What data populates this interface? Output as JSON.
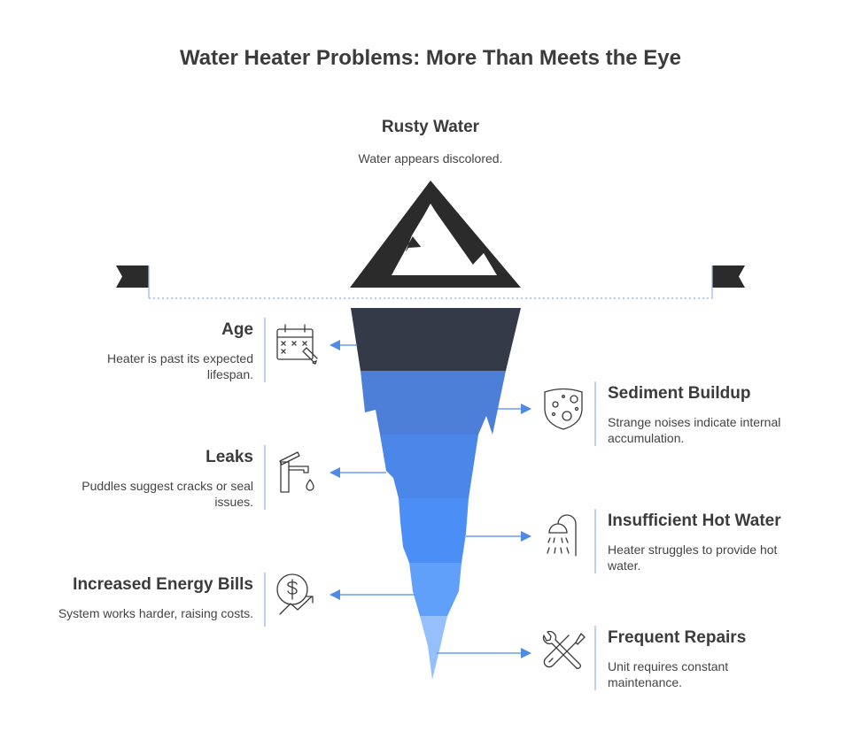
{
  "title": "Water Heater Problems: More Than Meets the Eye",
  "tip": {
    "heading": "Rusty Water",
    "description": "Water appears discolored."
  },
  "left_items": [
    {
      "heading": "Age",
      "description": "Heater is past its expected lifespan.",
      "icon": "calendar-icon"
    },
    {
      "heading": "Leaks",
      "description": "Puddles suggest cracks or seal issues.",
      "icon": "faucet-icon"
    },
    {
      "heading": "Increased Energy Bills",
      "description": "System works harder, raising costs.",
      "icon": "dollar-chart-icon"
    }
  ],
  "right_items": [
    {
      "heading": "Sediment Buildup",
      "description": "Strange noises indicate internal accumulation.",
      "icon": "sediment-icon"
    },
    {
      "heading": "Insufficient Hot Water",
      "description": "Heater struggles to provide hot water.",
      "icon": "shower-icon"
    },
    {
      "heading": "Frequent Repairs",
      "description": "Unit requires constant maintenance.",
      "icon": "tools-icon"
    }
  ],
  "colors": {
    "tip": "#2b2b2b",
    "layer1": "#343a48",
    "layer2": "#4d7fd8",
    "layer3": "#4a87e8",
    "layer4": "#4b8ff6",
    "layer5": "#60a0fa",
    "layer6": "#96c0fb",
    "connector": "#4f8ae6"
  }
}
